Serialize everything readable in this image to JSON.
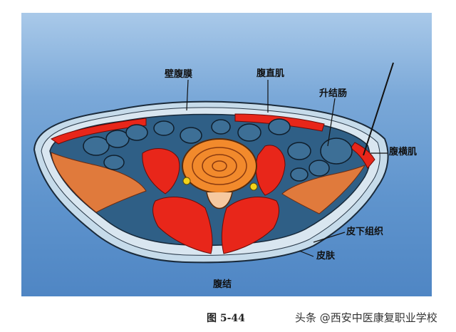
{
  "diagram": {
    "labels": {
      "parietal_peritoneum": "壁腹膜",
      "rectus_abdominis": "腹直肌",
      "ascending_colon": "升结肠",
      "transversus_abdominis": "腹横肌",
      "subcutaneous_tissue": "皮下组织",
      "skin": "皮肤",
      "bottom_label": "腹结"
    },
    "colors": {
      "muscle": "#e8261a",
      "fascia_orange": "#e07a3c",
      "skin_fill": "#c8dcec",
      "cavity": "#2f5f86",
      "spine": "#f28a2c",
      "panel_blue": "#5f94cd"
    }
  },
  "caption": "图 5-44",
  "watermark": "头条 @西安中医康复职业学校"
}
